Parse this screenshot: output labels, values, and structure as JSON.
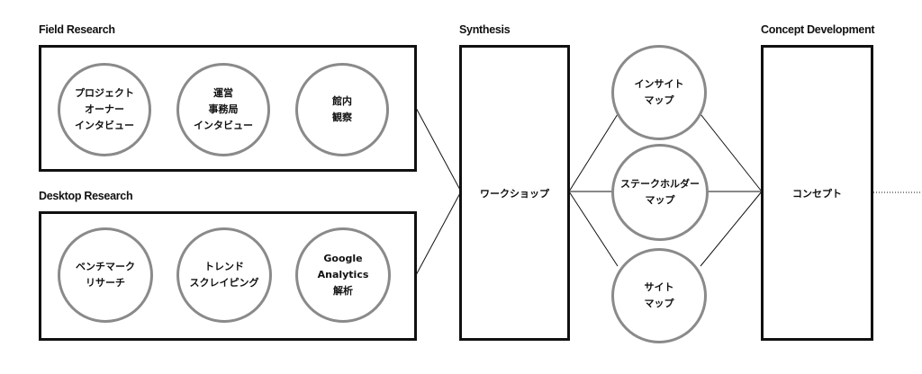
{
  "sections": {
    "field_research": "Field Research",
    "desktop_research": "Desktop Research",
    "synthesis": "Synthesis",
    "concept_development": "Concept Development"
  },
  "field_items": [
    "プロジェクト\nオーナー\nインタビュー",
    "運営\n事務局\nインタビュー",
    "館内\n観察"
  ],
  "desktop_items": [
    "ベンチマーク\nリサーチ",
    "トレンド\nスクレイピング",
    "Google\nAnalytics\n解析"
  ],
  "workshop": "ワークショップ",
  "synthesis_items": [
    "インサイト\nマップ",
    "ステークホルダー\nマップ",
    "サイト\nマップ"
  ],
  "concept": "コンセプト",
  "colors": {
    "stroke": "#111111",
    "circle_border": "#8a8a8a"
  }
}
